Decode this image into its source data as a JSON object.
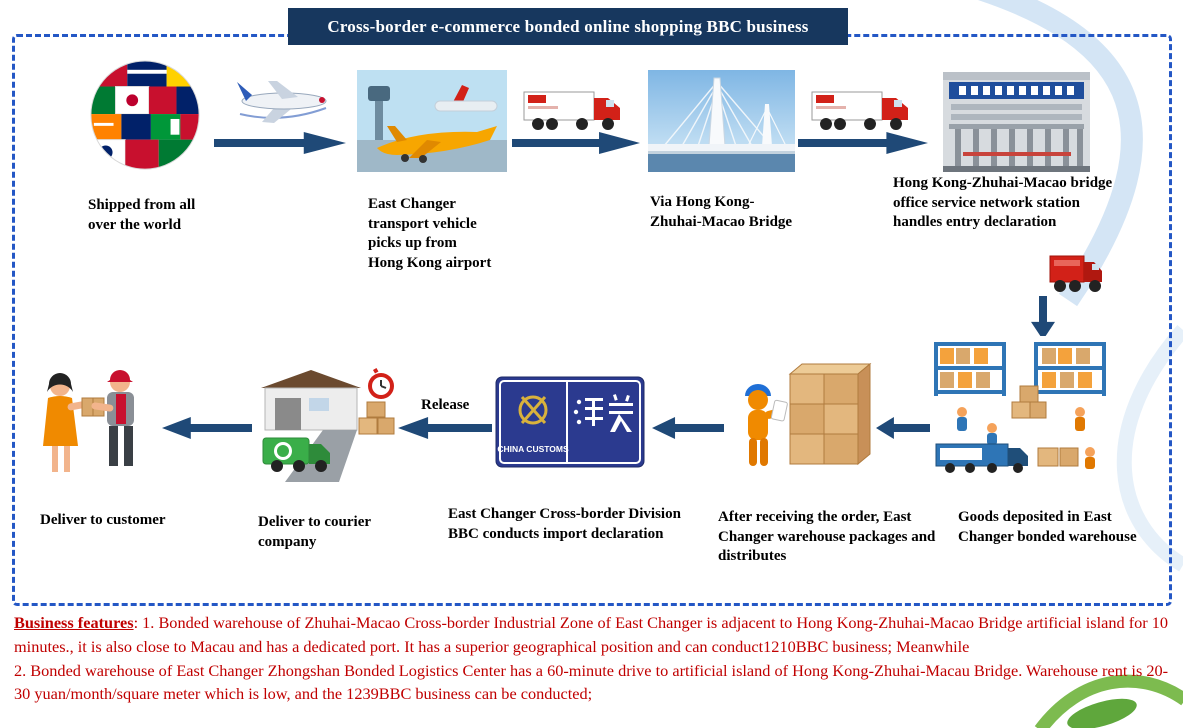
{
  "title": "Cross-border e-commerce bonded online shopping BBC business",
  "steps": [
    {
      "id": "origin",
      "icon": "globe-flags-icon",
      "label": "Shipped from all over the world"
    },
    {
      "id": "airport",
      "icon": "airport-photo-icon",
      "label": "East Changer transport vehicle picks up from Hong Kong airport"
    },
    {
      "id": "bridge",
      "icon": "bridge-photo-icon",
      "label": "Via Hong Kong-Zhuhai-Macao Bridge"
    },
    {
      "id": "office",
      "icon": "bridge-port-office-icon",
      "label": "Hong Kong-Zhuhai-Macao bridge office service network station handles entry declaration"
    },
    {
      "id": "deposit",
      "icon": "bonded-warehouse-icon",
      "label": "Goods deposited in East Changer bonded warehouse"
    },
    {
      "id": "packing",
      "icon": "warehouse-worker-icon",
      "label": "After receiving the order, East Changer warehouse packages and distributes"
    },
    {
      "id": "customs",
      "icon": "china-customs-sign-icon",
      "label": "East Changer Cross-border Division BBC conducts import declaration"
    },
    {
      "id": "courier",
      "icon": "courier-depot-icon",
      "label": "Deliver to courier company"
    },
    {
      "id": "customer",
      "icon": "handover-icon",
      "label": "Deliver to customer"
    }
  ],
  "arrow_labels": {
    "release": "Release"
  },
  "transport_icons": {
    "air": "airplane-icon",
    "road": "truck-icon",
    "entry": "red-truck-icon"
  },
  "customs_sign": {
    "english": "CHINA CUSTOMS",
    "chinese": "海关"
  },
  "notes": {
    "heading": "Business features",
    "point1": ": 1. Bonded warehouse of Zhuhai-Macao Cross-border Industrial Zone of East Changer is adjacent to Hong Kong-Zhuhai-Macao Bridge artificial island for 10 minutes., it is also close to Macau and has a dedicated port. It has a superior geographical position and can conduct1210BBC business; Meanwhile",
    "point2": "2. Bonded warehouse of East Changer Zhongshan Bonded Logistics Center has a 60-minute drive to artificial island of Hong Kong-Zhuhai-Macau Bridge. Warehouse rent is 20-30 yuan/month/square meter which is low, and the 1239BBC business can be conducted;"
  },
  "colors": {
    "banner": "#17375E",
    "border": "#2457C5",
    "arrow": "#1F4977",
    "notes_text": "#C00000",
    "customs_blue": "#2B3A8F"
  }
}
